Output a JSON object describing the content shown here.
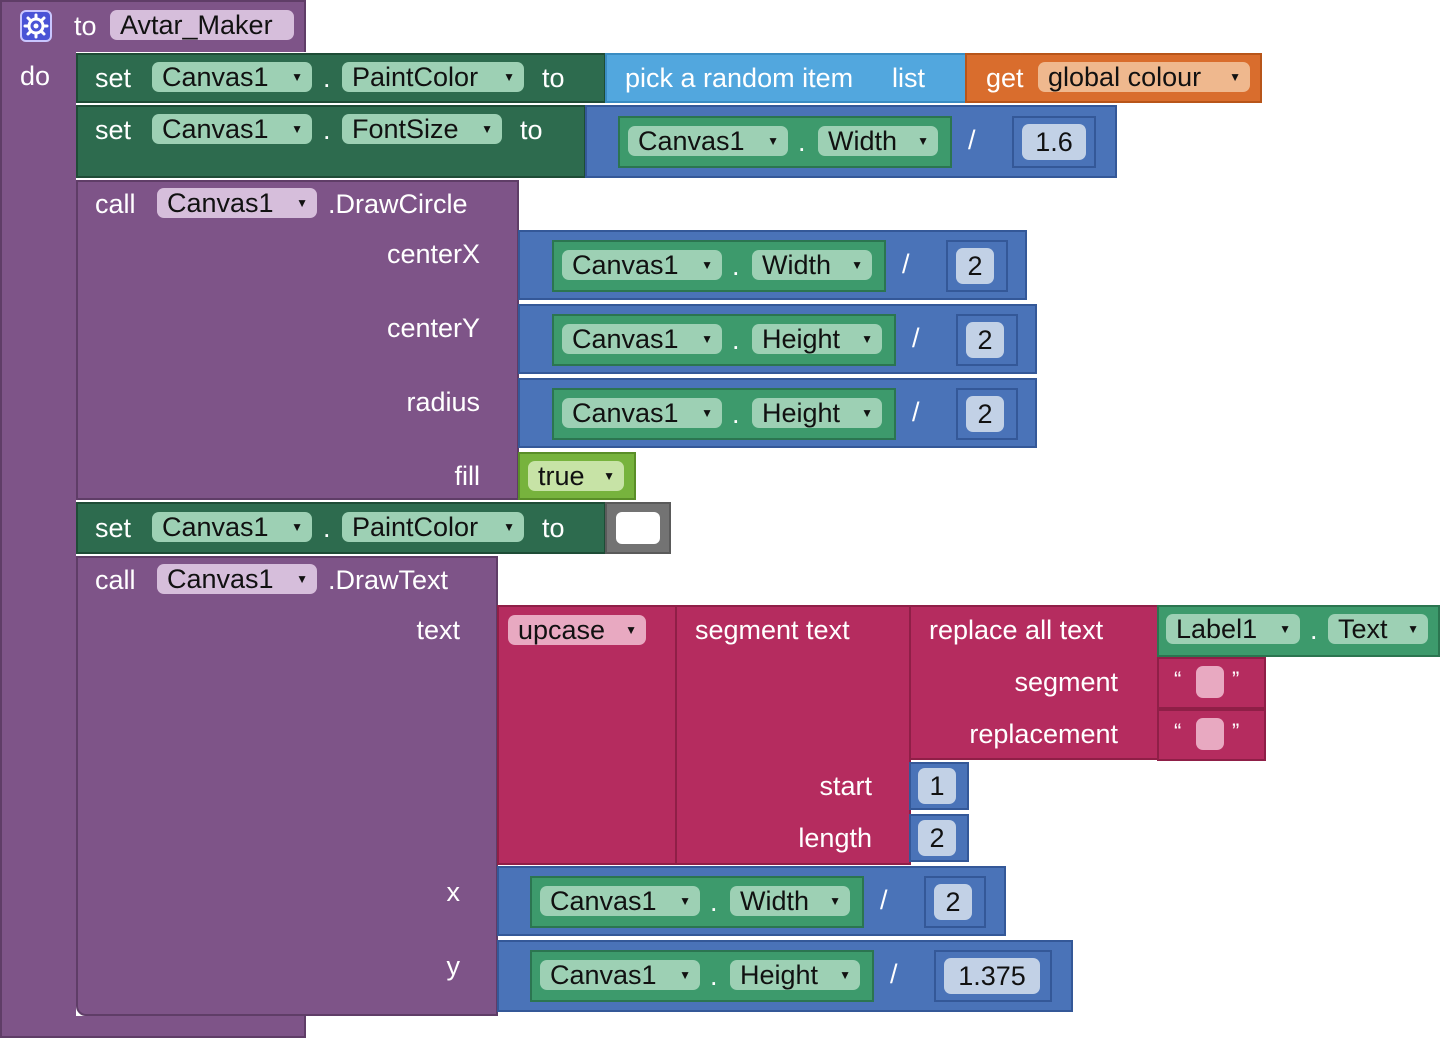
{
  "procedure": {
    "keyword_to": "to",
    "name": "Avtar_Maker",
    "keyword_do": "do",
    "gear_icon": "gear-icon"
  },
  "stmt1": {
    "set": "set",
    "component": "Canvas1",
    "dot": ".",
    "property": "PaintColor",
    "to": "to",
    "pick": "pick a random item",
    "list": "list",
    "get": "get",
    "variable": "global colour"
  },
  "stmt2": {
    "set": "set",
    "component": "Canvas1",
    "dot": ".",
    "property": "FontSize",
    "to": "to",
    "comp": "Canvas1",
    "prop": "Width",
    "op": "/",
    "num": "1.6"
  },
  "stmt3": {
    "call": "call",
    "component": "Canvas1",
    "method": ".DrawCircle",
    "centerX": {
      "label": "centerX",
      "comp": "Canvas1",
      "prop": "Width",
      "op": "/",
      "num": "2"
    },
    "centerY": {
      "label": "centerY",
      "comp": "Canvas1",
      "prop": "Height",
      "op": "/",
      "num": "2"
    },
    "radius": {
      "label": "radius",
      "comp": "Canvas1",
      "prop": "Height",
      "op": "/",
      "num": "2"
    },
    "fill": {
      "label": "fill",
      "value": "true"
    }
  },
  "stmt4": {
    "set": "set",
    "component": "Canvas1",
    "dot": ".",
    "property": "PaintColor",
    "to": "to",
    "color": "#ffffff"
  },
  "stmt5": {
    "call": "call",
    "component": "Canvas1",
    "method": ".DrawText",
    "text_label": "text",
    "upcase": "upcase",
    "segment_text": "segment  text",
    "replace_all": "replace all text",
    "label_comp": "Label1",
    "label_prop": "Text",
    "segment_label": "segment",
    "replacement_label": "replacement",
    "quote_open": "“",
    "quote_close": "”",
    "start_label": "start",
    "start_num": "1",
    "length_label": "length",
    "length_num": "2",
    "x": {
      "label": "x",
      "comp": "Canvas1",
      "prop": "Width",
      "op": "/",
      "num": "2"
    },
    "y": {
      "label": "y",
      "comp": "Canvas1",
      "prop": "Height",
      "op": "/",
      "num": "1.375"
    }
  },
  "colors": {
    "procedure": "#7e5488",
    "setter": "#2d6b4e",
    "getter": "#3d9a6c",
    "math": "#4a73b8",
    "list": "#52a7de",
    "variable": "#d96d2d",
    "text": "#b52c5f",
    "logic": "#77b33d"
  }
}
